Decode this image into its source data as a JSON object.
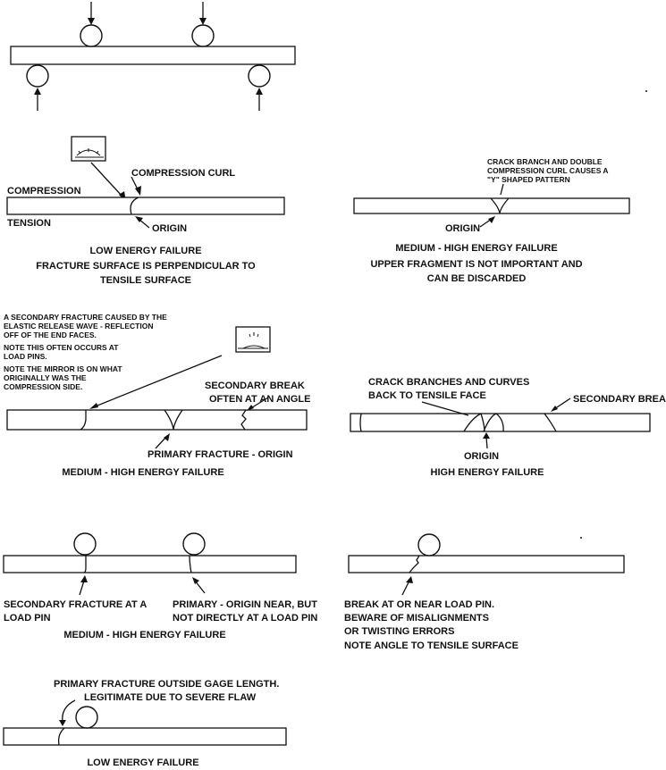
{
  "panel1": {
    "label_compression_curl": "COMPRESSION CURL",
    "label_compression": "COMPRESSION",
    "label_tension": "TENSION",
    "label_origin": "ORIGIN",
    "caption_title": "LOW ENERGY FAILURE",
    "caption_line1": "FRACTURE SURFACE IS PERPENDICULAR TO",
    "caption_line2": "TENSILE SURFACE"
  },
  "panel2": {
    "note_line1": "CRACK BRANCH AND DOUBLE",
    "note_line2": "COMPRESSION CURL CAUSES A",
    "note_line3": "\"Y\" SHAPED PATTERN",
    "label_origin": "ORIGIN",
    "caption_title": "MEDIUM - HIGH ENERGY FAILURE",
    "caption_line1": "UPPER FRAGMENT IS NOT IMPORTANT AND",
    "caption_line2": "CAN BE DISCARDED"
  },
  "panel3": {
    "note_line1": "A SECONDARY FRACTURE CAUSED BY THE",
    "note_line2": "ELASTIC RELEASE WAVE - REFLECTION",
    "note_line3": "OFF OF THE END FACES.",
    "note_line4": "NOTE THIS OFTEN OCCURS AT",
    "note_line5": "LOAD PINS.",
    "note_line6": "NOTE THE MIRROR IS ON WHAT",
    "note_line7": "ORIGINALLY WAS THE",
    "note_line8": "COMPRESSION SIDE.",
    "label_secondary_line1": "SECONDARY BREAK",
    "label_secondary_line2": "OFTEN AT AN ANGLE",
    "label_primary": "PRIMARY FRACTURE - ORIGIN",
    "caption_title": "MEDIUM - HIGH ENERGY FAILURE"
  },
  "panel4": {
    "label_branch_line1": "CRACK BRANCHES AND CURVES",
    "label_branch_line2": "BACK TO TENSILE FACE",
    "label_secondary": "SECONDARY BREAK",
    "label_origin": "ORIGIN",
    "caption_title": "HIGH ENERGY FAILURE"
  },
  "panel5": {
    "label_secondary_line1": "SECONDARY FRACTURE AT A",
    "label_secondary_line2": "LOAD PIN",
    "label_primary_line1": "PRIMARY - ORIGIN NEAR, BUT",
    "label_primary_line2": "NOT DIRECTLY AT A LOAD PIN",
    "caption_title": "MEDIUM - HIGH ENERGY FAILURE"
  },
  "panel6": {
    "note_line1": "BREAK AT OR NEAR LOAD PIN.",
    "note_line2": "BEWARE OF MISALIGNMENTS",
    "note_line3": "OR TWISTING ERRORS",
    "note_line4": "NOTE ANGLE TO TENSILE SURFACE"
  },
  "panel7": {
    "note_line1": "PRIMARY FRACTURE OUTSIDE GAGE LENGTH.",
    "note_line2": "LEGITIMATE DUE TO SEVERE  FLAW",
    "caption_title": "LOW ENERGY FAILURE"
  }
}
